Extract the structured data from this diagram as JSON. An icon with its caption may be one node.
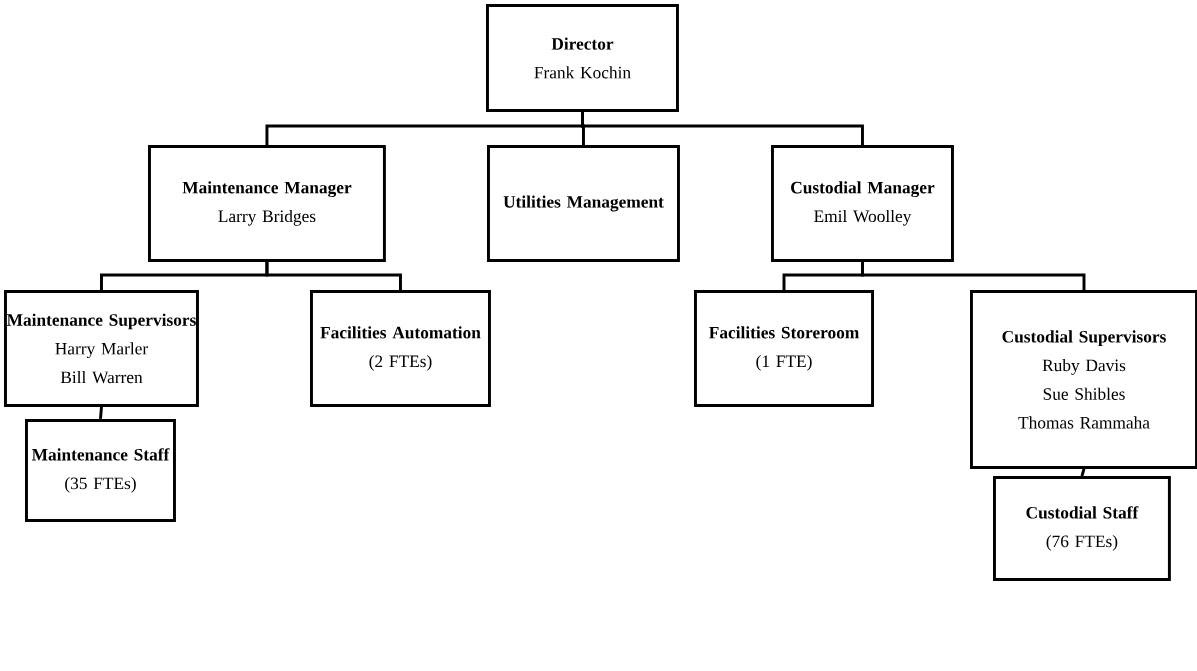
{
  "diagram": {
    "nodes": [
      {
        "text": [
          "Director",
          "Frank Kochin"
        ]
      },
      {
        "text": [
          "Maintenance Manager",
          "Larry Bridges"
        ]
      },
      {
        "text": [
          "Utilities Management"
        ]
      },
      {
        "text": [
          "Custodial Manager",
          "Emil Woolley"
        ]
      },
      {
        "text": [
          "Maintenance Supervisors",
          "Harry Marler",
          "Bill Warren"
        ]
      },
      {
        "text": [
          "Facilities Automation",
          "(2 FTEs)"
        ]
      },
      {
        "text": [
          "Facilities Storeroom",
          "(1 FTE)"
        ]
      },
      {
        "text": [
          "Custodial Supervisors",
          "Ruby Davis",
          "Sue Shibles",
          "Thomas Rammaha"
        ]
      },
      {
        "text": [
          "Maintenance Staff",
          "(35 FTEs)"
        ]
      },
      {
        "text": [
          "Custodial Staff",
          "(76 FTEs)"
        ]
      }
    ],
    "edges": [
      {
        "from": 0,
        "to": 1,
        "arrow": "none"
      },
      {
        "from": 0,
        "to": 2,
        "arrow": "none"
      },
      {
        "from": 0,
        "to": 3,
        "arrow": "none"
      },
      {
        "from": 1,
        "to": 4,
        "arrow": "none"
      },
      {
        "from": 1,
        "to": 5,
        "arrow": "none"
      },
      {
        "from": 3,
        "to": 6,
        "arrow": "none"
      },
      {
        "from": 3,
        "to": 7,
        "arrow": "none"
      },
      {
        "from": 4,
        "to": 8,
        "arrow": "none"
      },
      {
        "from": 7,
        "to": 9,
        "arrow": "none"
      }
    ]
  }
}
